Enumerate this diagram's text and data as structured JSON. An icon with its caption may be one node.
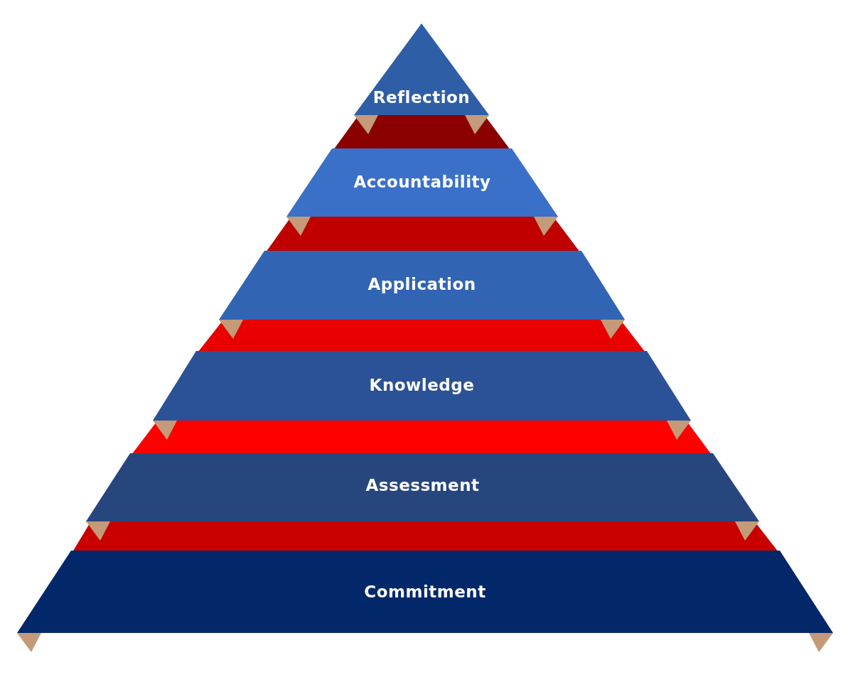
{
  "diagram": {
    "nodes": [
      {
        "text": [
          "Reflection"
        ]
      },
      {
        "text": [
          "Accountability"
        ]
      },
      {
        "text": [
          "Application"
        ]
      },
      {
        "text": [
          "Knowledge"
        ]
      },
      {
        "text": [
          "Assessment"
        ]
      },
      {
        "text": [
          "Commitment"
        ]
      }
    ]
  }
}
